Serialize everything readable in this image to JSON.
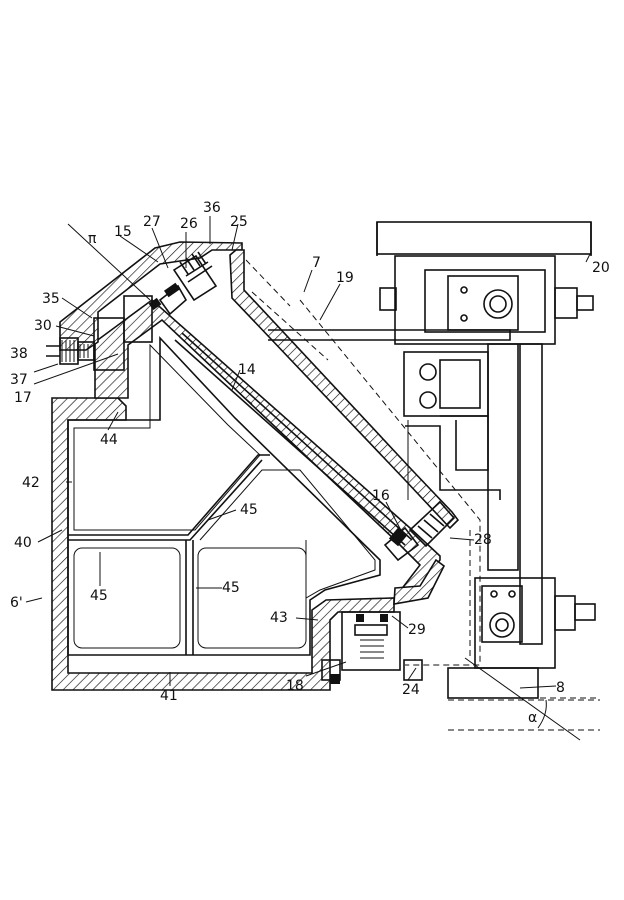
{
  "figure": {
    "labels": {
      "l36": "36",
      "l27": "27",
      "l26": "26",
      "l25": "25",
      "l15": "15",
      "lpi": "π",
      "l7": "7",
      "l19": "19",
      "l20": "20",
      "l35": "35",
      "l30": "30",
      "l38": "38",
      "l37": "37",
      "l17": "17",
      "l14": "14",
      "l44": "44",
      "l42": "42",
      "l40": "40",
      "l45a": "45",
      "l45b": "45",
      "l45c": "45",
      "l16": "16",
      "l28": "28",
      "l43": "43",
      "l29": "29",
      "l6": "6'",
      "l41": "41",
      "l18": "18",
      "l24": "24",
      "l8": "8",
      "lalpha": "α"
    }
  }
}
